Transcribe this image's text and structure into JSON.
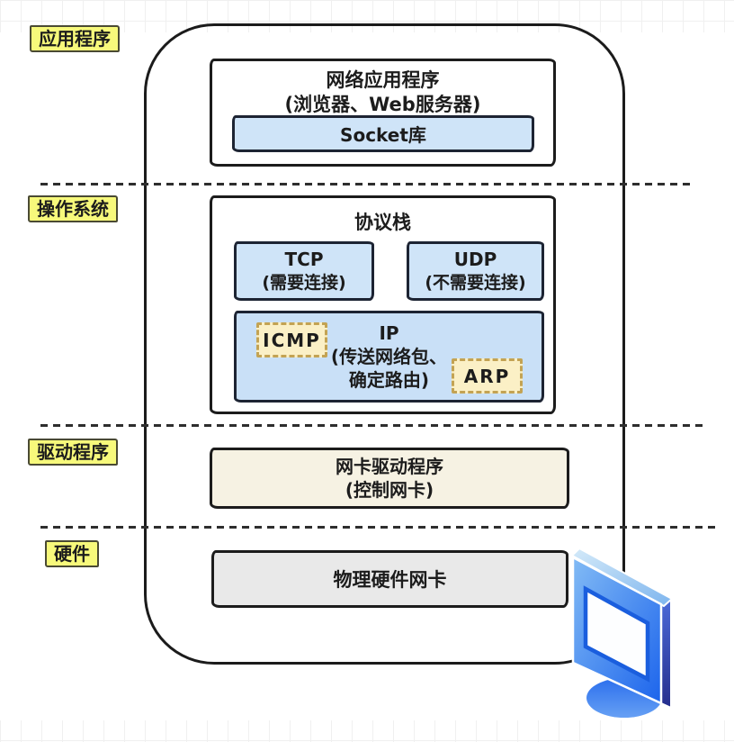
{
  "layer_labels": {
    "application": "应用程序",
    "os": "操作系统",
    "driver": "驱动程序",
    "hardware": "硬件"
  },
  "application_box": {
    "title": "网络应用程序",
    "subtitle": "(浏览器、Web服务器)",
    "socket_label": "Socket库"
  },
  "protocol_stack_box": {
    "title": "协议栈",
    "tcp": {
      "name": "TCP",
      "note": "(需要连接)"
    },
    "udp": {
      "name": "UDP",
      "note": "(不需要连接)"
    },
    "ip": {
      "name": "IP",
      "note_line1": "(传送网络包、",
      "note_line2": "确定路由)"
    },
    "icmp": {
      "name": "ICMP"
    },
    "arp": {
      "name": "ARP"
    }
  },
  "driver_box": {
    "title": "网卡驱动程序",
    "subtitle": "(控制网卡)"
  },
  "hardware_box": {
    "title": "物理硬件网卡"
  },
  "icons": {
    "monitor": "computer-monitor-icon"
  },
  "colors": {
    "label_yellow": "#F7F97B",
    "box_light_blue": "#CFE4F8",
    "ip_blue": "#C9E0F7",
    "badge_cream": "#FBF0C6",
    "badge_border_tan": "#C3A353",
    "driver_cream": "#F6F2E3",
    "hardware_gray": "#E9E9E9",
    "outline_dark": "#1C1C1C",
    "monitor_blue": "#1E67EE"
  }
}
